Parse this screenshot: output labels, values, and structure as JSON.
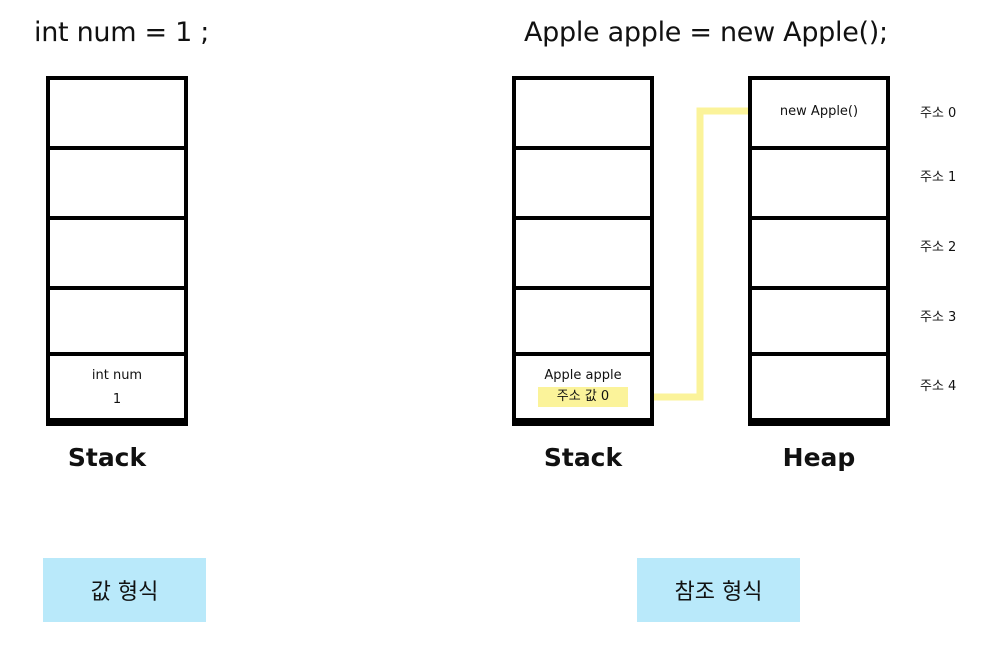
{
  "value_type": {
    "code": "int num = 1 ;",
    "stack_caption": "Stack",
    "cell": {
      "name": "int num",
      "value": "1"
    },
    "kind_label": "값 형식"
  },
  "reference_type": {
    "code": "Apple apple = new Apple();",
    "stack_caption": "Stack",
    "heap_caption": "Heap",
    "stack_cell": {
      "name": "Apple apple",
      "value": "주소 값 0"
    },
    "heap_cell": {
      "value": "new Apple()"
    },
    "addresses": [
      "주소 0",
      "주소 1",
      "주소 2",
      "주소 3",
      "주소 4"
    ],
    "kind_label": "참조 형식"
  },
  "colors": {
    "connector": "#fbf39a",
    "kind_box": "#b9e9fa",
    "cell_border": "#000000"
  }
}
